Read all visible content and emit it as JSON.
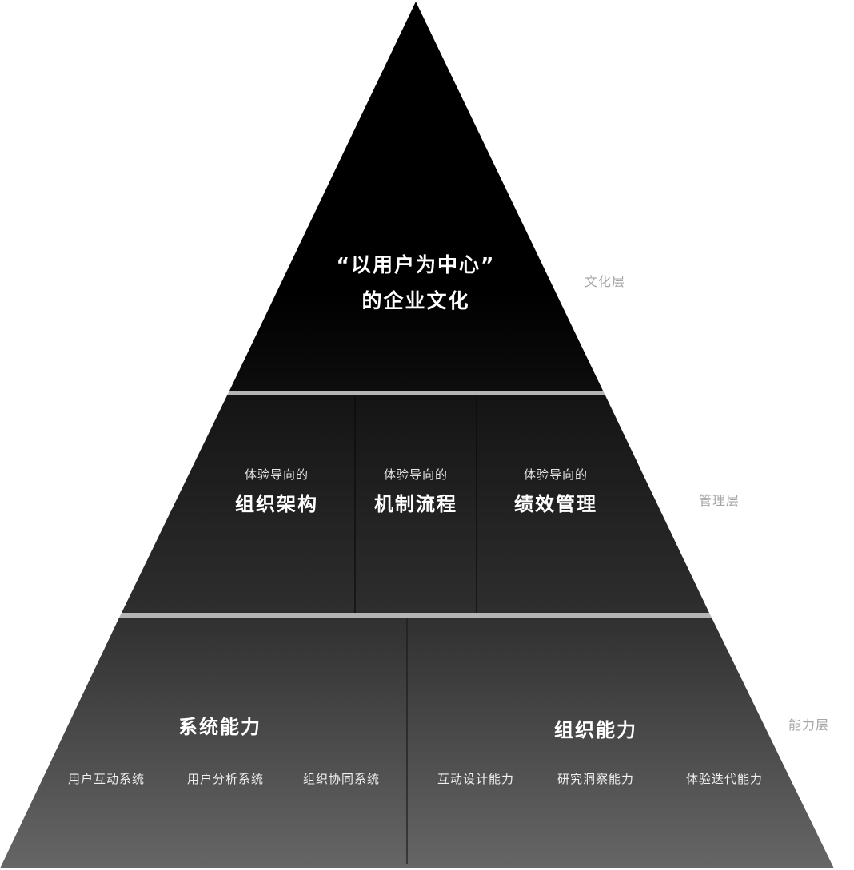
{
  "culture": {
    "line1": "“以用户为中心”",
    "line2": "的企业文化",
    "layer_label": "文化层"
  },
  "management": {
    "layer_label": "管理层",
    "cells": [
      {
        "prefix": "体验导向的",
        "title": "组织架构"
      },
      {
        "prefix": "体验导向的",
        "title": "机制流程"
      },
      {
        "prefix": "体验导向的",
        "title": "绩效管理"
      }
    ]
  },
  "capability": {
    "layer_label": "能力层",
    "groups": [
      {
        "title": "系统能力",
        "items": [
          "用户互动系统",
          "用户分析系统",
          "组织协同系统"
        ]
      },
      {
        "title": "组织能力",
        "items": [
          "互动设计能力",
          "研究洞察能力",
          "体验迭代能力"
        ]
      }
    ]
  },
  "colors": {
    "top": "#000000",
    "mid_top": "#141414",
    "mid_bottom": "#2e2e2e",
    "base_top": "#303030",
    "base_bottom": "#666666",
    "separator": "#b5b5b5",
    "label": "#a6a6a6"
  }
}
